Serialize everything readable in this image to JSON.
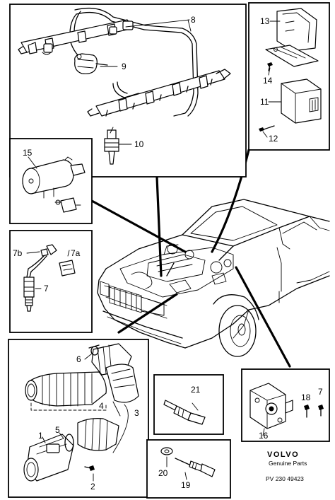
{
  "callouts": {
    "c1": "1",
    "c2": "2",
    "c3": "3",
    "c4": "4",
    "c5": "5",
    "c6": "6",
    "c7": "7",
    "c7a": "7a",
    "c7b": "7b",
    "c7r": "7",
    "c8": "8",
    "c9": "9",
    "c10": "10",
    "c11": "11",
    "c12": "12",
    "c13": "13",
    "c14": "14",
    "c15": "15",
    "c16": "16",
    "c18": "18",
    "c19": "19",
    "c20": "20",
    "c21": "21"
  },
  "brand": {
    "logo_text": "VOLVO",
    "tagline": "Genuine Parts",
    "part_ref": "PV  230 49423"
  }
}
